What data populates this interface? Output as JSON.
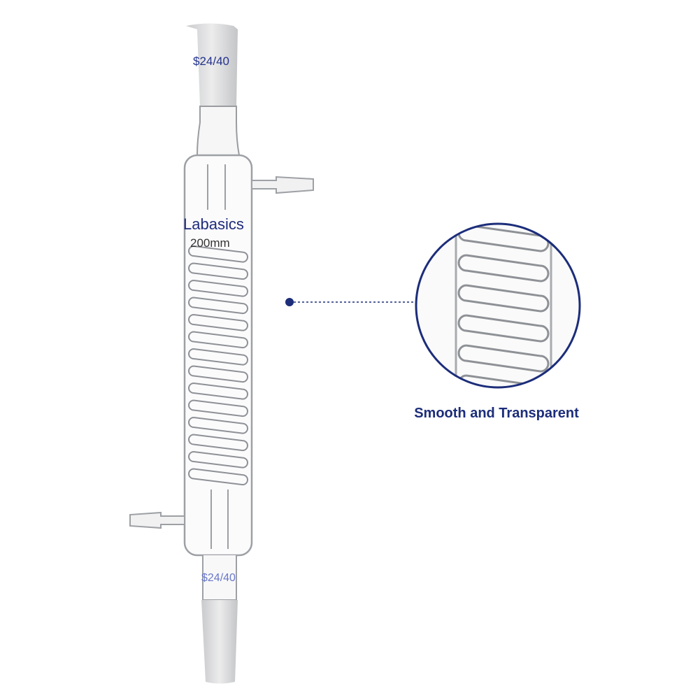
{
  "product": {
    "brand": "Labasics",
    "length": "200mm",
    "top_joint": "$24/40",
    "bottom_joint": "$24/40"
  },
  "callout": {
    "caption": "Smooth and Transparent"
  },
  "colors": {
    "accent": "#1c2d7a",
    "glass": "#b8bcc2",
    "ground_glass": "#dcdddf"
  }
}
